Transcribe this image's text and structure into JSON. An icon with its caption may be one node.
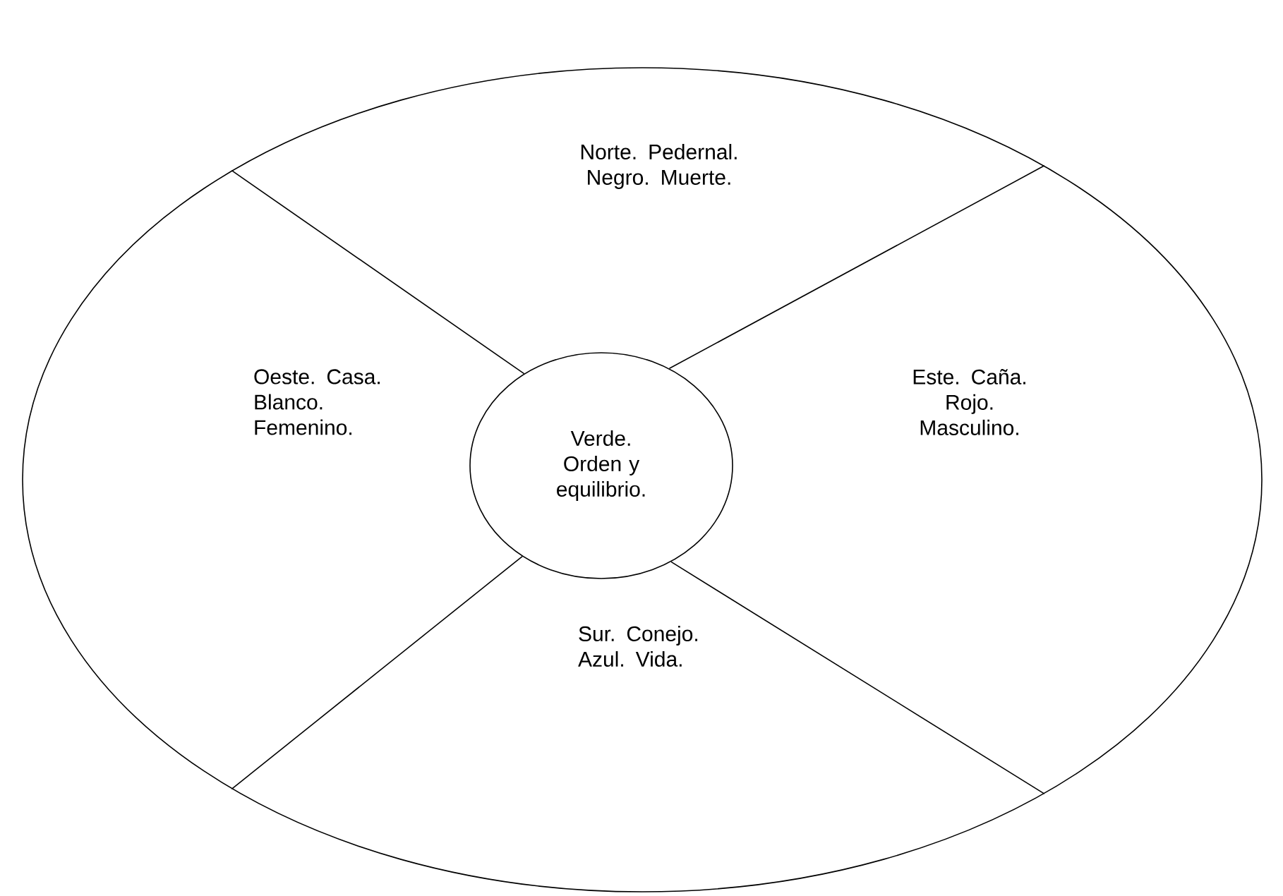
{
  "diagram": {
    "nodes": [
      {
        "text": [],
        "shape": "ellipse"
      },
      {
        "text": [
          "Verde. Orden y equilibrio."
        ],
        "in": 0
      }
    ],
    "edges": [
      {
        "from": 1,
        "to": 0,
        "arrow": "none"
      },
      {
        "from": 1,
        "to": 0,
        "arrow": "none"
      },
      {
        "from": 1,
        "to": 0,
        "arrow": "none"
      },
      {
        "from": 1,
        "to": 0,
        "arrow": "none"
      }
    ],
    "labels": [
      "Norte. Pedernal. Negro. Muerte.",
      "Oeste. Casa. Blanco. Femenino.",
      "Este. Caña. Rojo. Masculino.",
      "Sur. Conejo. Azul. Vida."
    ]
  }
}
